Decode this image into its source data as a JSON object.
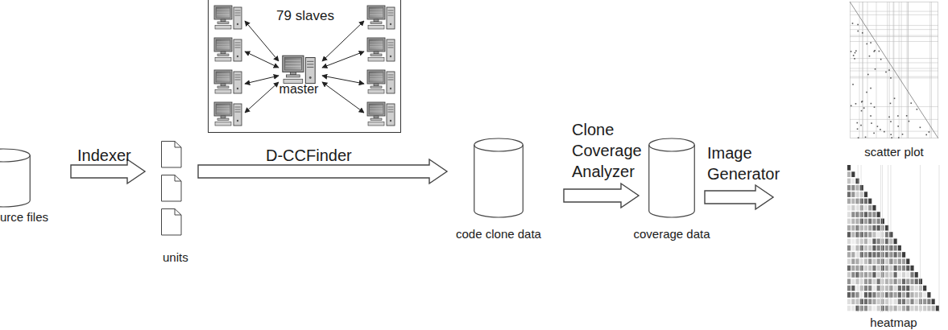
{
  "diagram": {
    "nodes": [
      {
        "text": [
          "urce files"
        ]
      },
      {
        "text": [
          "units"
        ]
      },
      {
        "text": [
          "79 slaves"
        ]
      },
      {
        "text": [
          "master"
        ],
        "in": 2
      },
      {
        "text": [
          "code clone data"
        ]
      },
      {
        "text": [
          "coverage data"
        ]
      },
      {
        "text": [
          "scatter plot"
        ]
      },
      {
        "text": [
          "heatmap"
        ]
      }
    ],
    "edges": [
      {
        "from": 0,
        "to": 1,
        "label": "Indexer",
        "arrow": "to"
      },
      {
        "from": 1,
        "to": 4,
        "label": "D-CCFinder",
        "arrow": "to"
      },
      {
        "from": 4,
        "to": 5,
        "label": "Clone Coverage Analyzer",
        "arrow": "to"
      },
      {
        "from": 5,
        "to": 7,
        "label": "Image Generator",
        "arrow": "to"
      }
    ]
  }
}
